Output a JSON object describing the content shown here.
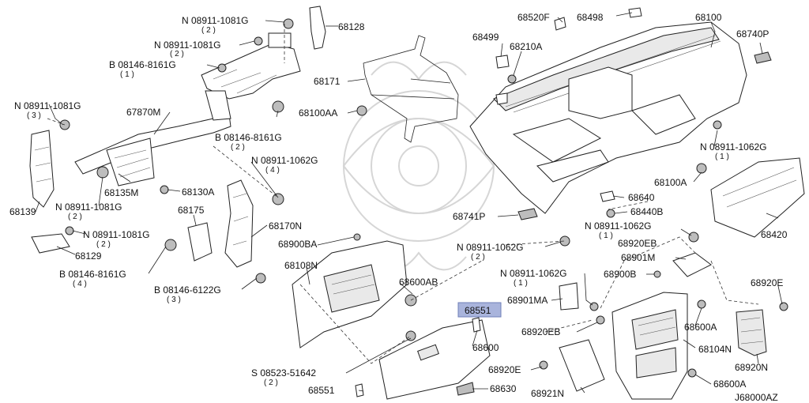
{
  "callouts": {
    "p_08911_1081G_a": "N 08911-1081G",
    "q2a": "( 2 )",
    "p_68128": "68128",
    "p_08911_1081G_b": "N 08911-1081G",
    "q2b": "( 2 )",
    "p_08146_8161G_a": "B 08146-8161G",
    "q1a": "( 1 )",
    "p_08911_1081G_c": "N 08911-1081G",
    "q3a": "( 3 )",
    "p_68171": "68171",
    "p_68100AA": "68100AA",
    "p_67870M": "67870M",
    "p_08146_8161G_b": "B 08146-8161G",
    "q2c": "( 2 )",
    "p_08911_1062G_a": "N 08911-1062G",
    "q4a": "( 4 )",
    "p_68135M": "68135M",
    "p_68130A": "68130A",
    "p_68139": "68139",
    "p_08911_1081G_d": "N 08911-1081G",
    "q2d": "( 2 )",
    "p_68175": "68175",
    "p_68170N": "68170N",
    "p_08911_1081G_e": "N 08911-1081G",
    "q2e": "( 2 )",
    "p_68129": "68129",
    "p_68900BA": "68900BA",
    "p_08146_8161G_c": "B 08146-8161G",
    "q4b": "( 4 )",
    "p_68108N": "68108N",
    "p_08146_6122G": "B 08146-6122G",
    "q3b": "( 3 )",
    "p_68600AB": "68600AB",
    "p_68551_hl": "68551",
    "p_68600": "68600",
    "p_08523_51642": "S 08523-51642",
    "q2f": "( 2 )",
    "p_68551": "68551",
    "p_68630": "68630",
    "p_68520F": "68520F",
    "p_68498": "68498",
    "p_68100": "68100",
    "p_68499": "68499",
    "p_68210A": "68210A",
    "p_68740P": "68740P",
    "p_08911_1062G_b": "N 08911-1062G",
    "q1b": "( 1 )",
    "p_68100A": "68100A",
    "p_68640": "68640",
    "p_68440B": "68440B",
    "p_68741P": "68741P",
    "p_08911_1062G_c": "N 08911-1062G",
    "q2g": "( 2 )",
    "p_08911_1062G_d": "N 08911-1062G",
    "q1c": "( 1 )",
    "p_68920EB_a": "68920EB",
    "p_68901M": "68901M",
    "p_68420": "68420",
    "p_08911_1062G_e": "N 08911-1062G",
    "q1d": "( 1 )",
    "p_68900B": "68900B",
    "p_68920E_a": "68920E",
    "p_68901MA": "68901MA",
    "p_68600A_a": "68600A",
    "p_68920EB_b": "68920EB",
    "p_68104N": "68104N",
    "p_68920E_b": "68920E",
    "p_68920N": "68920N",
    "p_68921N": "68921N",
    "p_68600A_b": "68600A"
  },
  "diagram_code": "J68000AZ",
  "colors": {
    "highlight": "#a9b4dc",
    "line": "#222222",
    "watermark": "#d6d6d6"
  }
}
